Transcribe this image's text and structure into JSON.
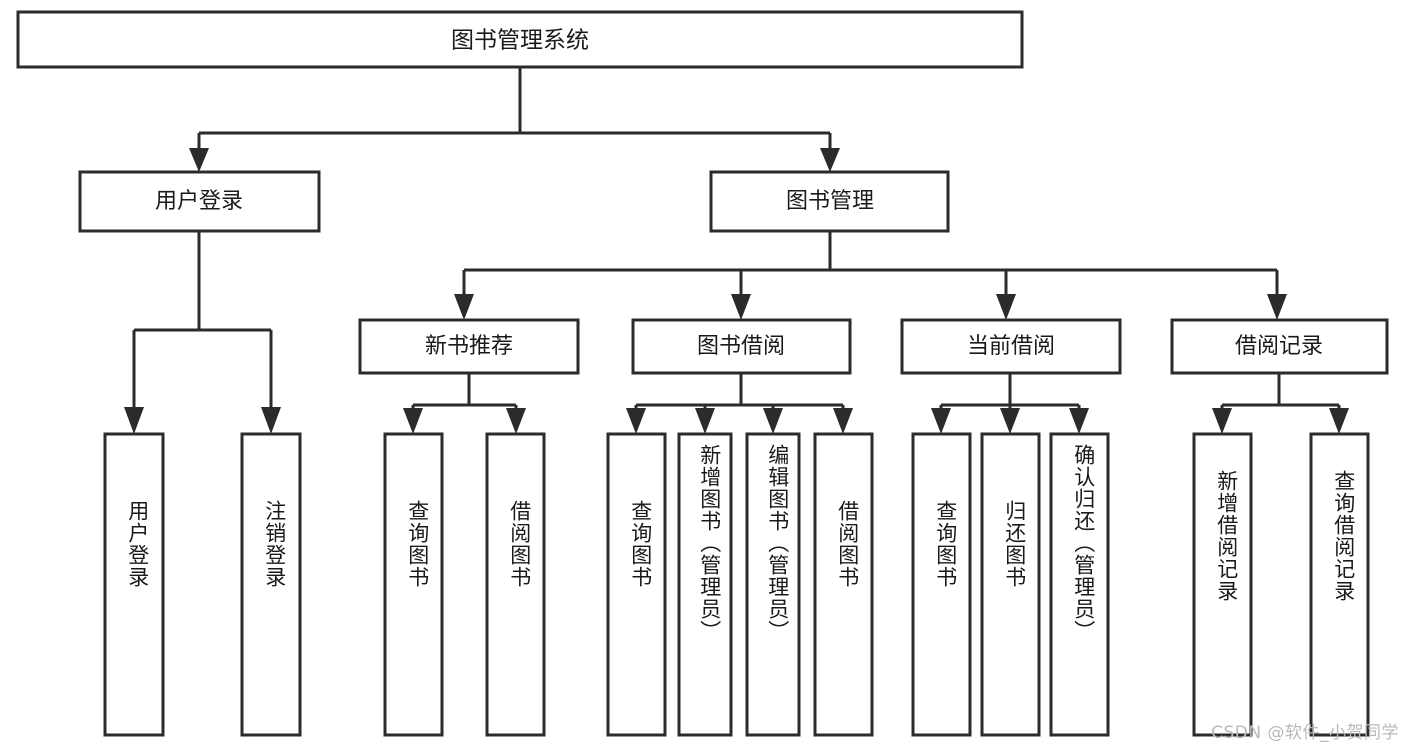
{
  "diagram": {
    "title": "图书管理系统",
    "type": "tree",
    "root": {
      "id": "root",
      "label": "图书管理系统",
      "children": [
        {
          "id": "user-login",
          "label": "用户登录",
          "children": [
            {
              "id": "leaf-user-login",
              "label": "用户登录"
            },
            {
              "id": "leaf-logout",
              "label": "注销登录"
            }
          ]
        },
        {
          "id": "book-manage",
          "label": "图书管理",
          "children": [
            {
              "id": "new-book-rec",
              "label": "新书推荐",
              "children": [
                {
                  "id": "leaf-rec-query",
                  "label": "查询图书"
                },
                {
                  "id": "leaf-rec-borrow",
                  "label": "借阅图书"
                }
              ]
            },
            {
              "id": "book-borrow",
              "label": "图书借阅",
              "children": [
                {
                  "id": "leaf-borrow-query",
                  "label": "查询图书"
                },
                {
                  "id": "leaf-borrow-add",
                  "label": "新增图书（管理员）"
                },
                {
                  "id": "leaf-borrow-edit",
                  "label": "编辑图书（管理员）"
                },
                {
                  "id": "leaf-borrow-do",
                  "label": "借阅图书"
                }
              ]
            },
            {
              "id": "current-borrow",
              "label": "当前借阅",
              "children": [
                {
                  "id": "leaf-cur-query",
                  "label": "查询图书"
                },
                {
                  "id": "leaf-cur-return",
                  "label": "归还图书"
                },
                {
                  "id": "leaf-cur-confirm",
                  "label": "确认归还（管理员）"
                }
              ]
            },
            {
              "id": "borrow-record",
              "label": "借阅记录",
              "children": [
                {
                  "id": "leaf-rec-add",
                  "label": "新增借阅记录"
                },
                {
                  "id": "leaf-rec-query2",
                  "label": "查询借阅记录"
                }
              ]
            }
          ]
        }
      ]
    }
  },
  "watermark": {
    "text": "CSDN @软件_小贺同学"
  },
  "colors": {
    "box_stroke": "#2b2b2b",
    "box_fill": "#ffffff",
    "text": "#1a1a1a",
    "background": "#ffffff",
    "watermark": "#b9b9b9"
  }
}
